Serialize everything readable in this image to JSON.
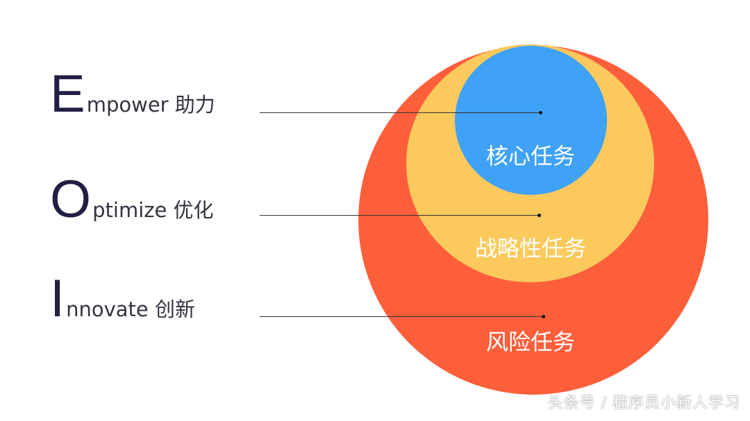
{
  "labels": [
    {
      "initial": "E",
      "rest": "mpower 助力"
    },
    {
      "initial": "O",
      "rest": "ptimize 优化"
    },
    {
      "initial": "I",
      "rest": "nnovate 创新"
    }
  ],
  "circles": [
    {
      "label": "风险任务",
      "color": "#fd5f3b"
    },
    {
      "label": "战略性任务",
      "color": "#fbc95c"
    },
    {
      "label": "核心任务",
      "color": "#3fa2f7"
    }
  ],
  "watermark": "头条号 / 程序员小新人学习"
}
